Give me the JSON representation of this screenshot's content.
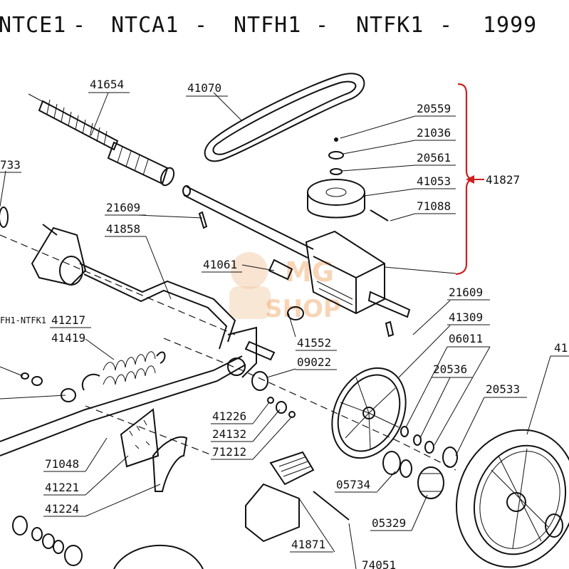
{
  "header": {
    "models": [
      "NTCE1",
      "NTCA1",
      "NTFH1",
      "NTFK1"
    ],
    "separator": "-",
    "year": "1999"
  },
  "side_note": "FH1-NTFK1",
  "watermark": {
    "line1": "MG",
    "line2": "SHOP"
  },
  "part_labels": {
    "p41654": "41654",
    "p41070": "41070",
    "p20559": "20559",
    "p21036": "21036",
    "p20561": "20561",
    "p41053": "41053",
    "p71088": "71088",
    "p41827": "41827",
    "p733": "733",
    "p21609a": "21609",
    "p41858": "41858",
    "p41061": "41061",
    "p41552": "41552",
    "p21609b": "21609",
    "p41309": "41309",
    "p06011": "06011",
    "p41217": "41217",
    "p41419": "41419",
    "p09022": "09022",
    "p20536": "20536",
    "p20533": "20533",
    "p41x": "41",
    "p41226": "41226",
    "p24132": "24132",
    "p71212": "71212",
    "p71048": "71048",
    "p41221": "41221",
    "p41224": "41224",
    "p05734": "05734",
    "p05329": "05329",
    "p41871": "41871",
    "p74051": "74051"
  },
  "colors": {
    "bracket": "#cc1f1f",
    "lines": "#111111",
    "watermark": "#f2b37c"
  }
}
